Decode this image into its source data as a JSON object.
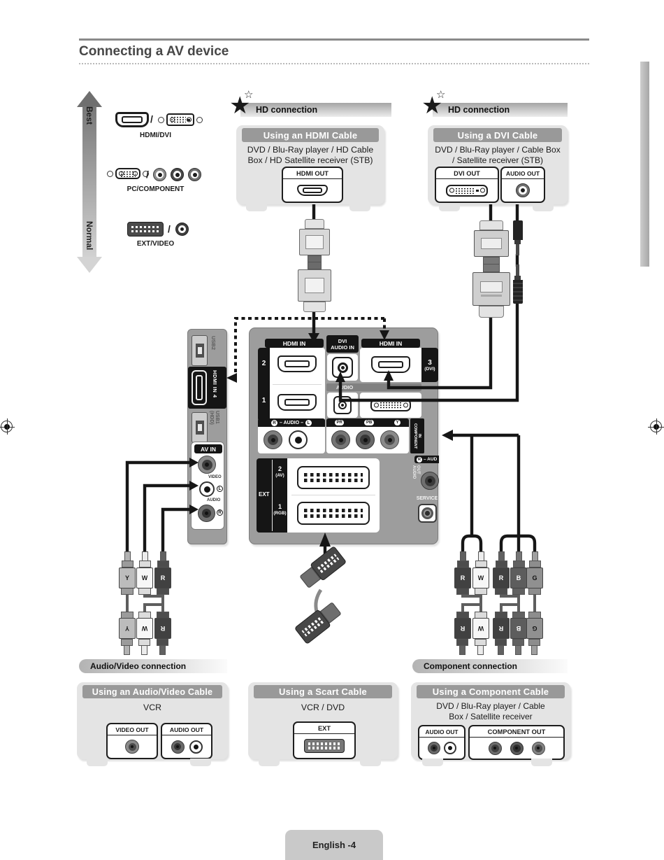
{
  "page": {
    "title": "Connecting a AV device",
    "footer_label": "English -4"
  },
  "icons": {
    "star": "★",
    "star_small": "☆"
  },
  "quality_scale": {
    "best": "Best",
    "normal": "Normal",
    "separator": "/",
    "legend": [
      {
        "label": "HDMI/DVI"
      },
      {
        "label": "PC/COMPONENT"
      },
      {
        "label": "EXT/VIDEO"
      }
    ]
  },
  "headers": {
    "hd_left": "HD connection",
    "hd_right": "HD connection",
    "av": "Audio/Video connection",
    "component": "Component connection"
  },
  "boxes": {
    "hdmi": {
      "title": "Using an HDMI Cable",
      "devices_line1": "DVD / Blu-Ray player / HD Cable",
      "devices_line2": "Box / HD Satellite receiver (STB)",
      "port1": "HDMI OUT"
    },
    "dvi": {
      "title": "Using a DVI Cable",
      "devices_line1": "DVD / Blu-Ray player / Cable Box",
      "devices_line2": "/ Satellite receiver (STB)",
      "port1": "DVI OUT",
      "port2": "AUDIO OUT"
    },
    "av": {
      "title": "Using an Audio/Video Cable",
      "devices_line1": "VCR",
      "port1": "VIDEO OUT",
      "port2": "AUDIO OUT"
    },
    "scart": {
      "title": "Using a Scart Cable",
      "devices_line1": "VCR / DVD",
      "port1": "EXT"
    },
    "component": {
      "title": "Using a Component Cable",
      "devices_line1": "DVD / Blu-Ray player / Cable",
      "devices_line2": "Box / Satellite receiver",
      "port1": "AUDIO OUT",
      "port2": "COMPONENT OUT"
    }
  },
  "panel": {
    "side": {
      "usb2": "USB2",
      "hdmi4": "HDMI IN 4",
      "usb1_col1": "(HDD)",
      "usb1_col2": "USB1",
      "av_in": "AV IN",
      "video": "VIDEO",
      "audio": "AUDIO",
      "l": "L",
      "r": "R"
    },
    "main": {
      "hdmi_in_left": "HDMI IN",
      "hdmi_2": "2",
      "hdmi_1": "1",
      "dvi_audio_line1": "DVI",
      "dvi_audio_line2": "AUDIO IN",
      "hdmi_in_right": "HDMI IN",
      "hdmi_3": "3",
      "hdmi_3_sub": "(DVI)",
      "audio_bar": "AUDIO",
      "audio_r": "R",
      "audio_mid": "– AUDIO –",
      "audio_l": "L",
      "comp_pr": "PR",
      "comp_pb": "PB",
      "comp_y": "Y",
      "component_in_col1": "COMPONENT",
      "component_in_col2": "IN",
      "ext": "EXT",
      "ext2_num": "2",
      "ext2_sub": "(AV)",
      "ext1_num": "1",
      "ext1_sub": "(RGB)",
      "audio_out_r": "R",
      "audio_out_cut": "– AUD",
      "audio_out_col1": "AUDIO",
      "audio_out_col2": "OUT",
      "service": "SERVICE"
    }
  },
  "cables": {
    "av_top": [
      "Y",
      "W",
      "R"
    ],
    "av_bottom": [
      "Y",
      "W",
      "R"
    ],
    "comp_audio_top": [
      "R",
      "W"
    ],
    "comp_audio_bottom": [
      "R",
      "W"
    ],
    "comp_video_top": [
      "R",
      "B",
      "G"
    ],
    "comp_video_bottom": [
      "R",
      "B",
      "G"
    ]
  },
  "colors": {
    "panel_gray": "#9d9d9d",
    "label_black": "#151515",
    "box_bg": "#e4e4e4",
    "box_header": "#999999"
  }
}
